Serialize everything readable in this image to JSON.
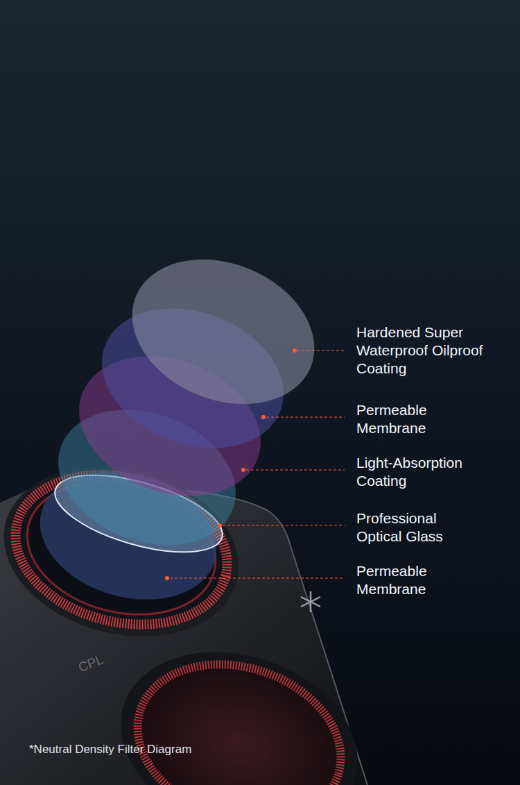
{
  "diagram": {
    "caption": "*Neutral Density Filter Diagram",
    "labels": [
      "Hardened Super Waterproof Oilproof Coating",
      "Permeable Membrane",
      "Light-Absorption Coating",
      "Professional Optical Glass",
      "Permeable Membrane",
      "CPL"
    ]
  }
}
